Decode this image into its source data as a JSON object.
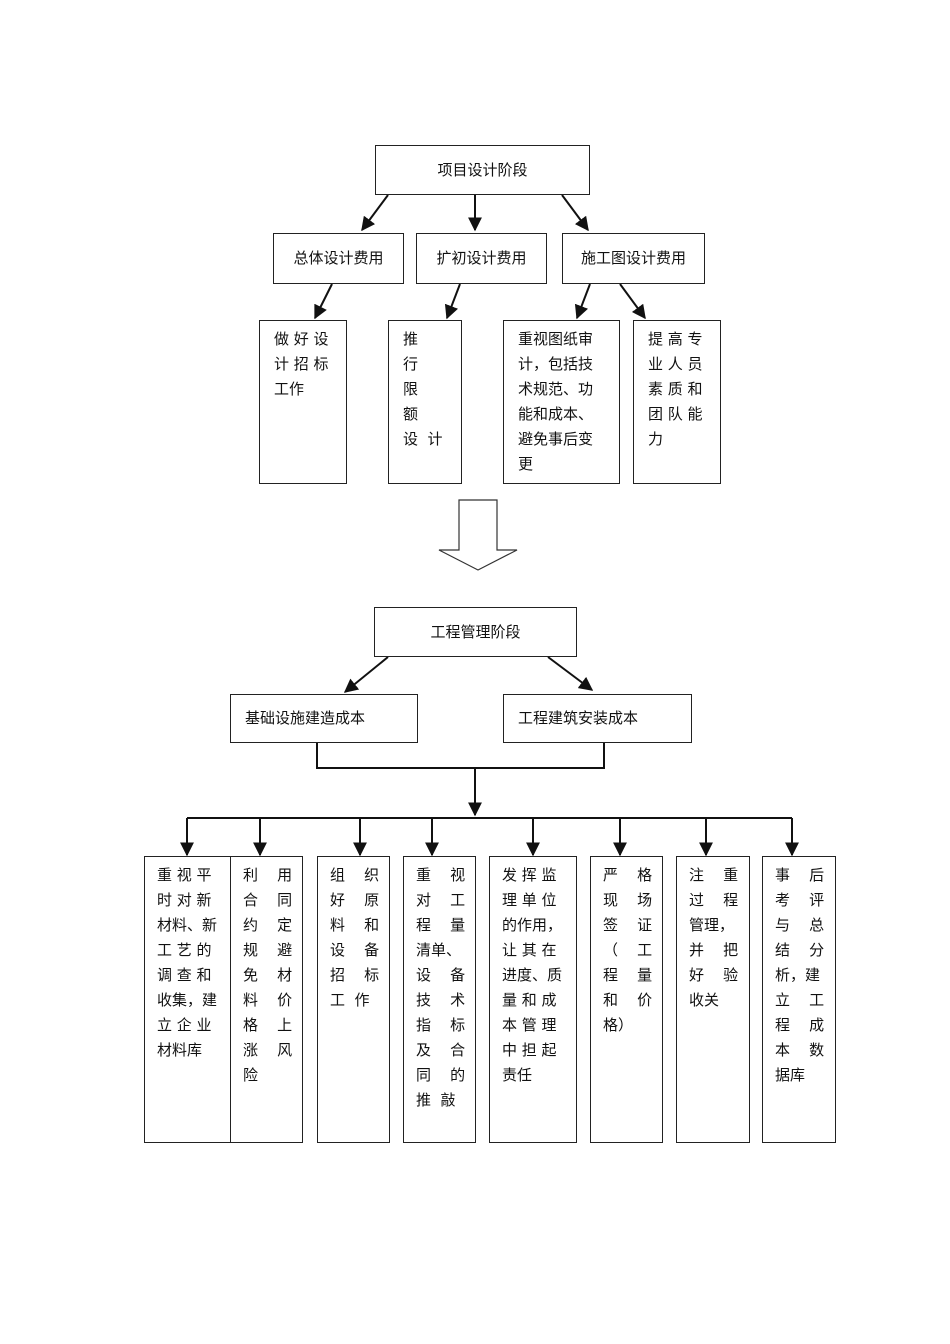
{
  "top": {
    "title": "项目设计阶段",
    "level2": [
      "总体设计费用",
      "扩初设计费用",
      "施工图设计费用"
    ],
    "level3": [
      "做 好 设\n计 招 标\n工作",
      "推    行\n限    额\n设  计",
      "重视图纸审\n计，包括技\n术规范、功\n能和成本、\n避免事后变\n更",
      "提 高 专\n业 人 员\n素 质 和\n团 队 能\n力"
    ]
  },
  "bottom": {
    "title": "工程管理阶段",
    "level2": [
      "基础设施建造成本",
      "工程建筑安装成本"
    ],
    "level3": [
      "重 视 平\n时 对 新\n材料、新\n工 艺 的\n调 查 和\n收集，建\n立 企 业\n材料库",
      "利    用\n合    同\n约    定\n规    避\n免    材\n料    价\n格    上\n涨    风\n险",
      "组    织\n好    原\n料    和\n设    备\n招    标\n工  作",
      "重    视\n对    工\n程    量\n清单、\n设    备\n技    术\n指    标\n及    合\n同    的\n推  敲",
      "发 挥 监\n理 单 位\n的作用，\n让 其 在\n进度、质\n量 和 成\n本 管 理\n中 担 起\n责任",
      "严    格\n现    场\n签    证\n（    工\n程    量\n和    价\n格）",
      "注    重\n过    程\n管理，\n并    把\n好    验\n收关",
      "事    后\n考    评\n与    总\n结    分\n析，建\n立    工\n程    成\n本    数\n据库"
    ]
  }
}
